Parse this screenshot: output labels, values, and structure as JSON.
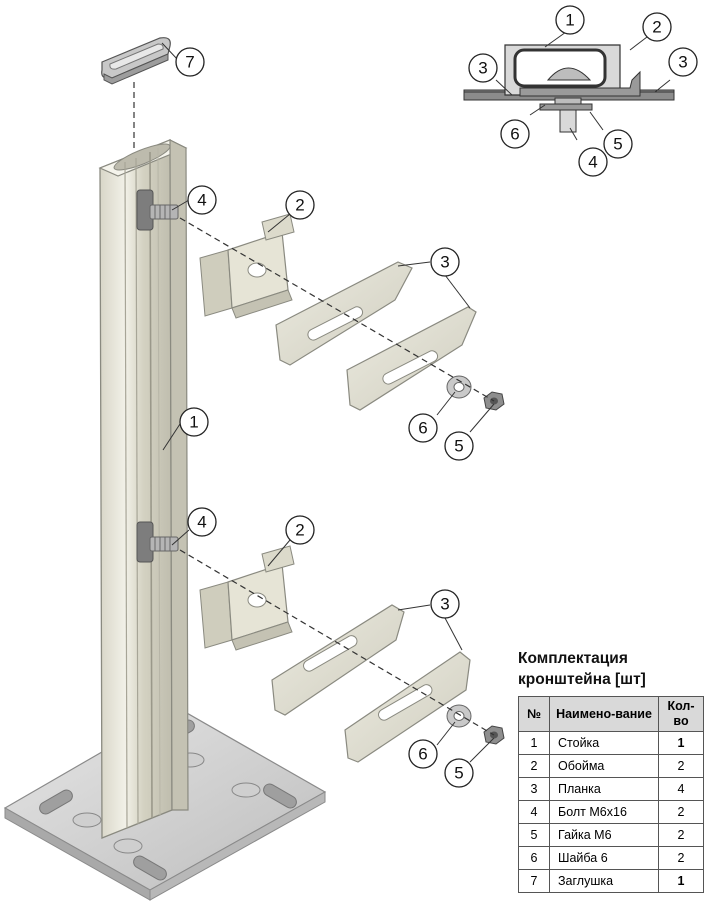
{
  "callouts": [
    {
      "id": "c7",
      "label": "7"
    },
    {
      "id": "c4a",
      "label": "4"
    },
    {
      "id": "c2a",
      "label": "2"
    },
    {
      "id": "c3a",
      "label": "3"
    },
    {
      "id": "c1",
      "label": "1"
    },
    {
      "id": "c6a",
      "label": "6"
    },
    {
      "id": "c5a",
      "label": "5"
    },
    {
      "id": "c4b",
      "label": "4"
    },
    {
      "id": "c2b",
      "label": "2"
    },
    {
      "id": "c3b",
      "label": "3"
    },
    {
      "id": "c6b",
      "label": "6"
    },
    {
      "id": "c5b",
      "label": "5"
    },
    {
      "id": "s1",
      "label": "1"
    },
    {
      "id": "s2",
      "label": "2"
    },
    {
      "id": "s3l",
      "label": "3"
    },
    {
      "id": "s3r",
      "label": "3"
    },
    {
      "id": "s6",
      "label": "6"
    },
    {
      "id": "s4",
      "label": "4"
    },
    {
      "id": "s5",
      "label": "5"
    }
  ],
  "spec": {
    "title_line1": "Комплектация",
    "title_line2": "кронштейна [шт]",
    "headers": {
      "num": "№",
      "name": "Наимено-вание",
      "qty": "Кол-во"
    },
    "rows": [
      {
        "num": "1",
        "name": "Стойка",
        "qty": "1",
        "bold": true
      },
      {
        "num": "2",
        "name": "Обойма",
        "qty": "2",
        "bold": false
      },
      {
        "num": "3",
        "name": "Планка",
        "qty": "4",
        "bold": false
      },
      {
        "num": "4",
        "name": "Болт М6х16",
        "qty": "2",
        "bold": false
      },
      {
        "num": "5",
        "name": "Гайка М6",
        "qty": "2",
        "bold": false
      },
      {
        "num": "6",
        "name": "Шайба 6",
        "qty": "2",
        "bold": false
      },
      {
        "num": "7",
        "name": "Заглушка",
        "qty": "1",
        "bold": true
      }
    ]
  },
  "colors": {
    "part_fill": "#e6e4d6",
    "part_shade": "#c9c7b8",
    "base_fill": "#dcdcdc",
    "metal_dark": "#8c8c8c",
    "line": "#222222"
  }
}
